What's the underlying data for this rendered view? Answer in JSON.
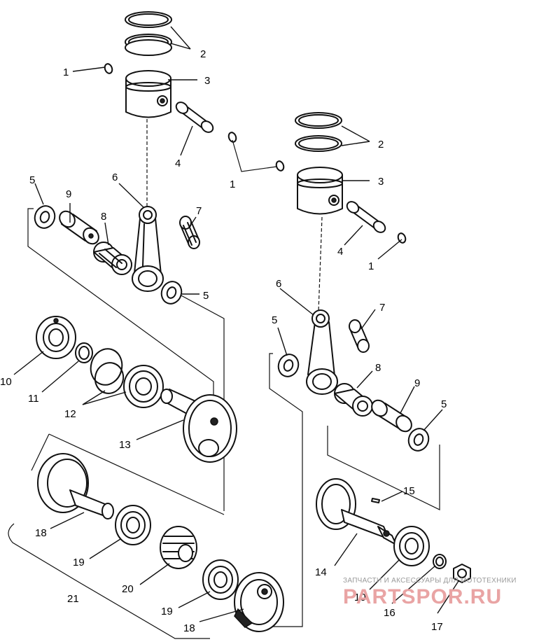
{
  "diagram": {
    "callouts": {
      "c1a": "1",
      "c1b": "1",
      "c1c": "1",
      "c2a": "2",
      "c2b": "2",
      "c3a": "3",
      "c3b": "3",
      "c4a": "4",
      "c4b": "4",
      "c5a": "5",
      "c5b": "5",
      "c5c": "5",
      "c5d": "5",
      "c6a": "6",
      "c6b": "6",
      "c7a": "7",
      "c7b": "7",
      "c8a": "8",
      "c8b": "8",
      "c9a": "9",
      "c9b": "9",
      "c10a": "10",
      "c10b": "10",
      "c11": "11",
      "c12": "12",
      "c13": "13",
      "c14": "14",
      "c15": "15",
      "c16": "16",
      "c17": "17",
      "c18a": "18",
      "c18b": "18",
      "c19a": "19",
      "c19b": "19",
      "c20": "20",
      "c21": "21"
    }
  },
  "watermark": {
    "subtitle": "ЗАПЧАСТИ И АКСЕССУАРЫ ДЛЯ МОТОТЕХНИКИ",
    "brand": "PARTSPOR.RU"
  }
}
